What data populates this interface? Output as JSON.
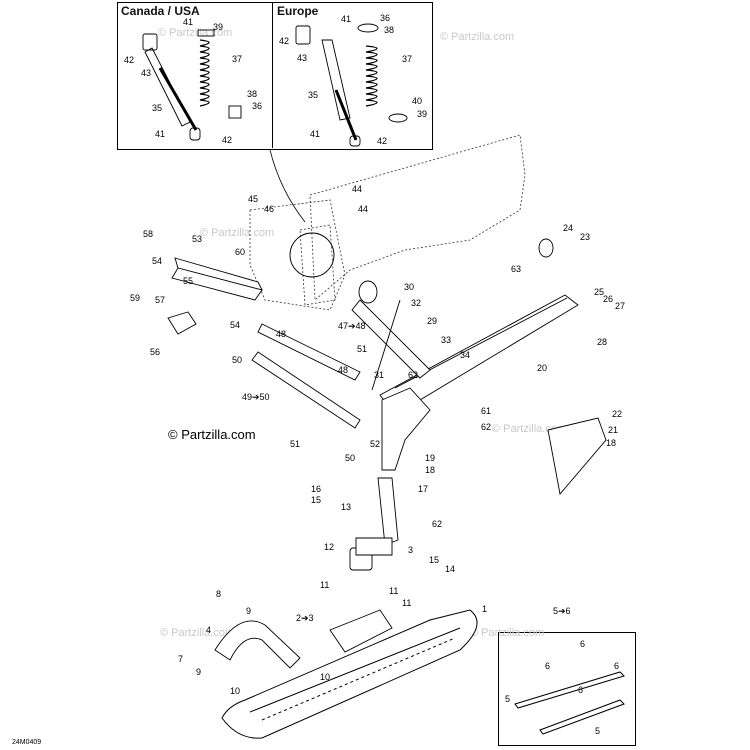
{
  "insets": {
    "left_title": "Canada / USA",
    "right_title": "Europe",
    "bottom_right_label": "5➔6"
  },
  "watermark": {
    "main": "© Partzilla.com",
    "faint": "© Partzilla.com"
  },
  "drawing_code": "24M0409",
  "callouts": [
    "1",
    "2➔3",
    "3",
    "4",
    "5",
    "6",
    "7",
    "8",
    "9",
    "10",
    "11",
    "12",
    "13",
    "14",
    "15",
    "16",
    "17",
    "18",
    "19",
    "20",
    "21",
    "22",
    "23",
    "24",
    "25",
    "26",
    "27",
    "28",
    "29",
    "30",
    "31",
    "32",
    "33",
    "34",
    "35",
    "36",
    "37",
    "38",
    "39",
    "40",
    "41",
    "42",
    "43",
    "44",
    "45",
    "46",
    "47➔48",
    "48",
    "49➔50",
    "50",
    "51",
    "52",
    "53",
    "54",
    "55",
    "56",
    "57",
    "58",
    "59",
    "60",
    "61",
    "62",
    "63"
  ]
}
